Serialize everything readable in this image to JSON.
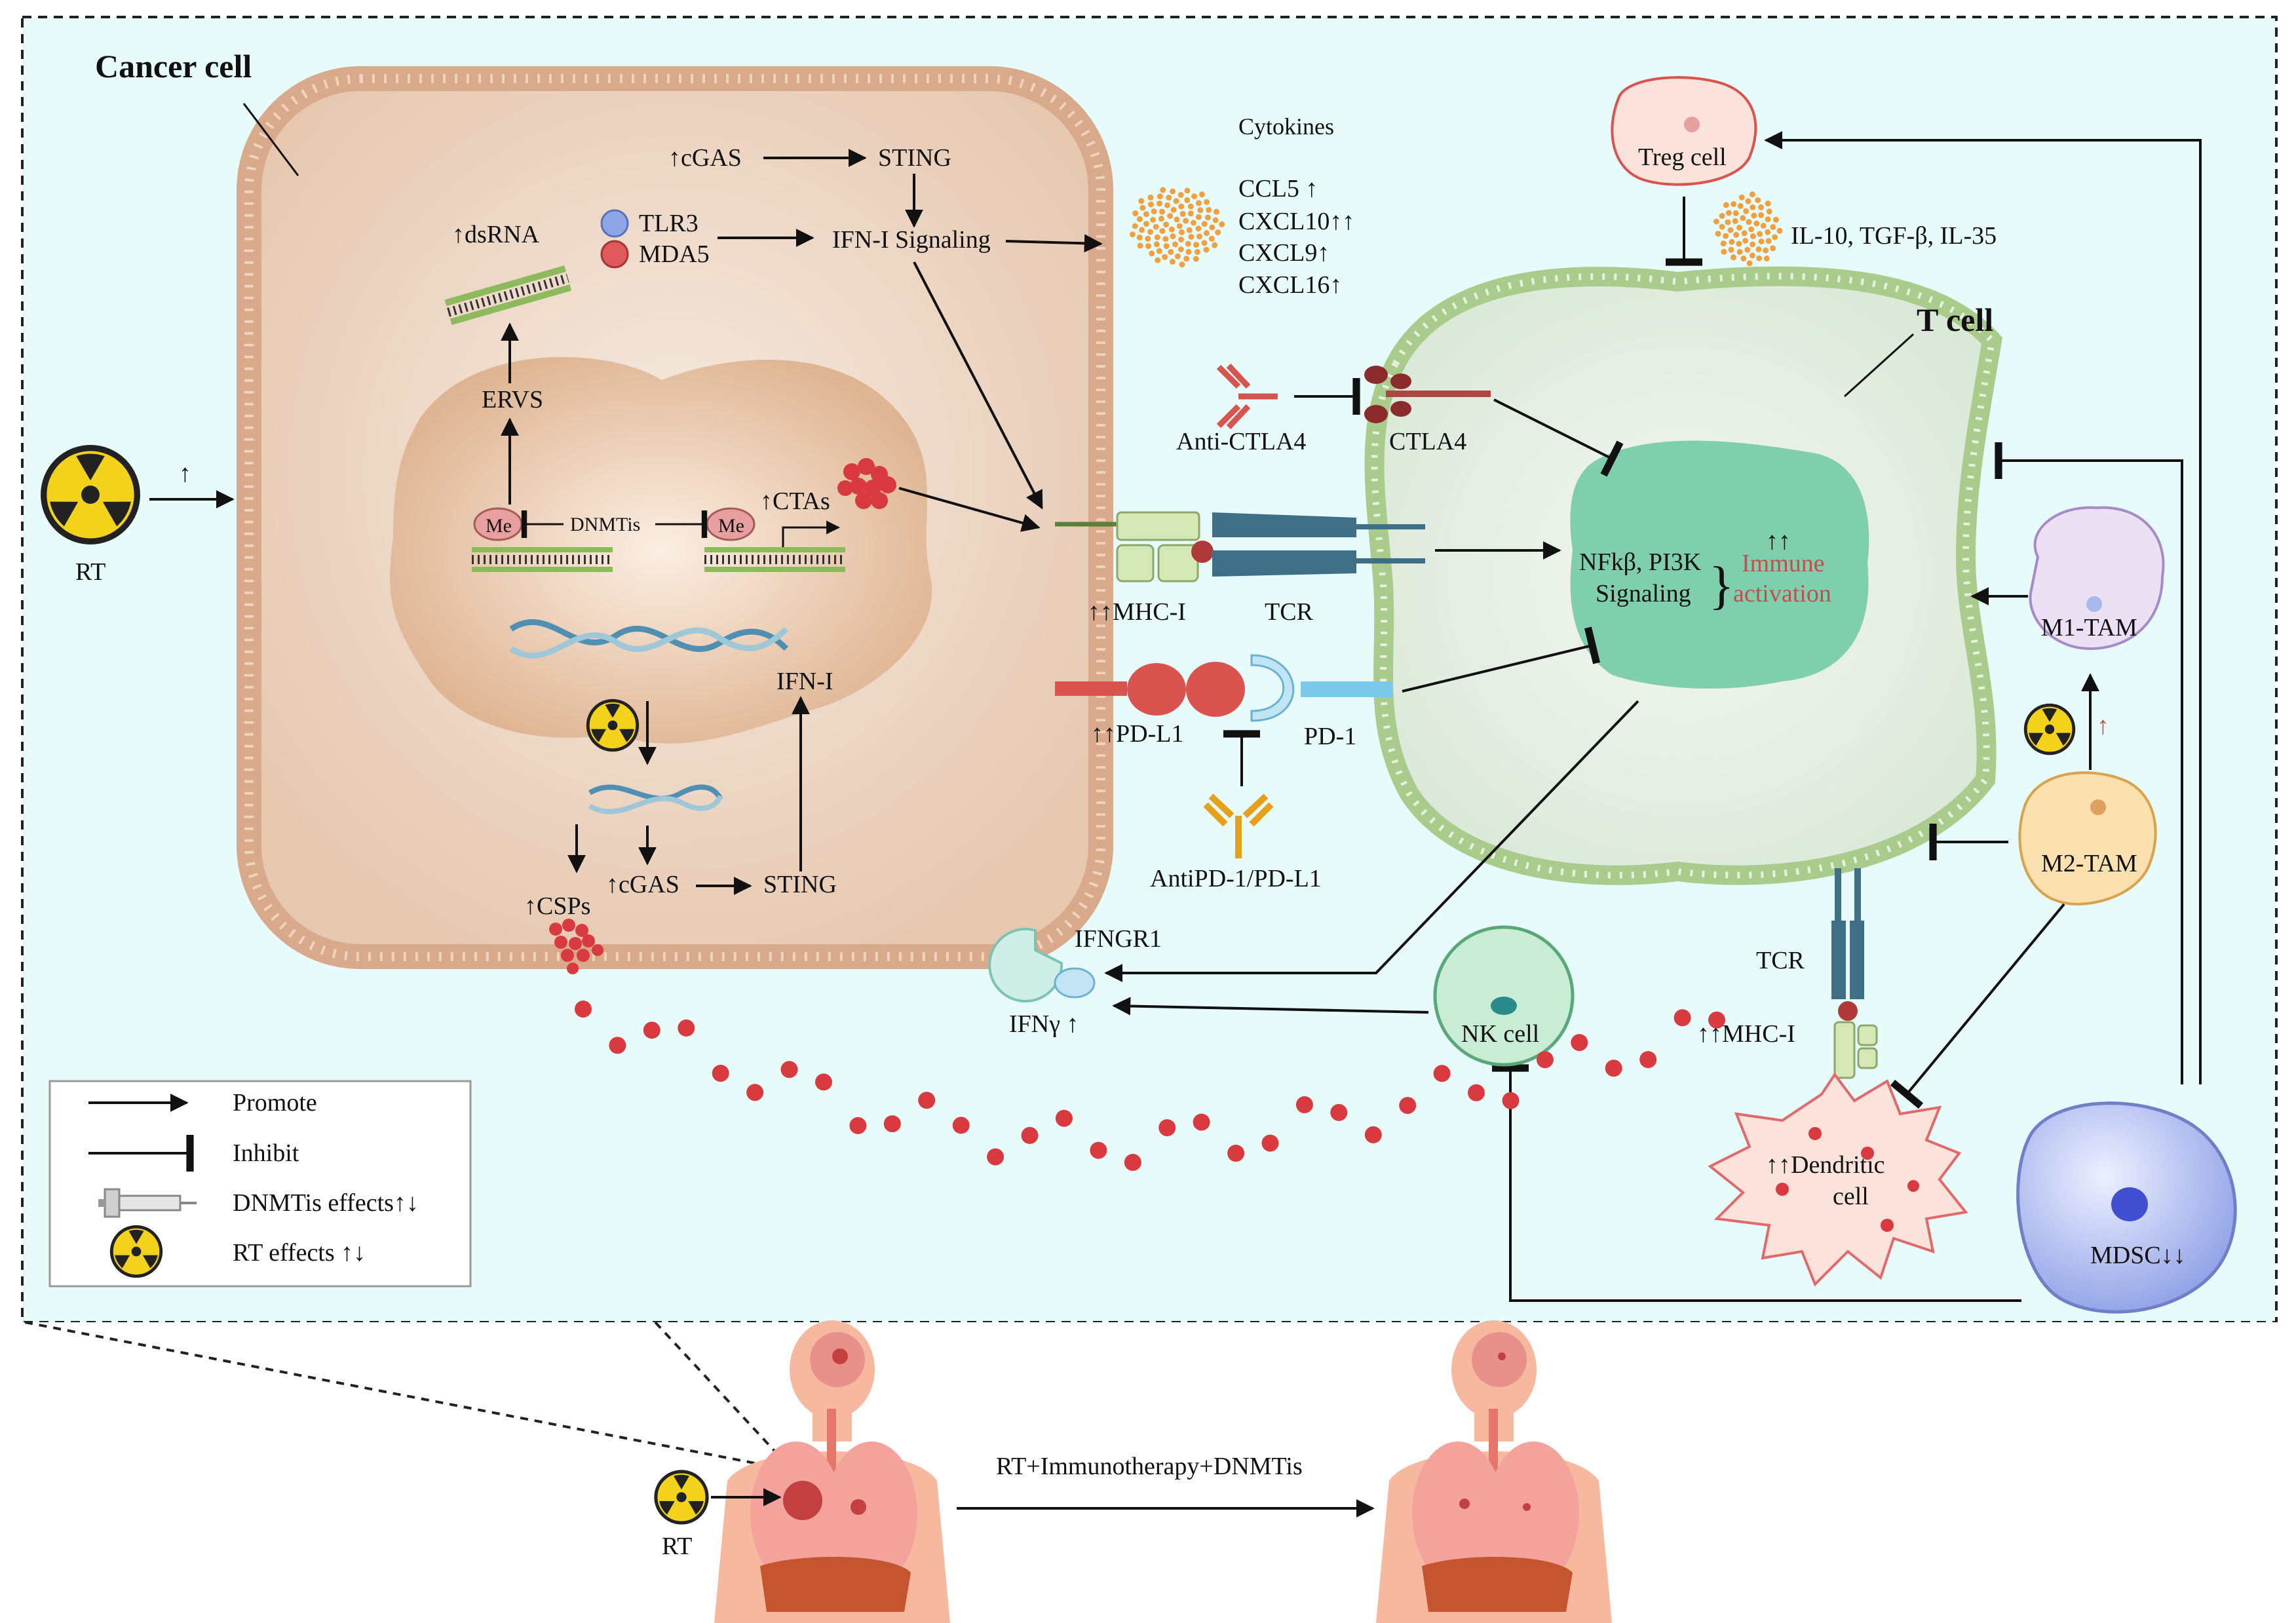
{
  "cancer_cell": {
    "title": "Cancer cell",
    "cgas_top": "↑cGAS",
    "sting_top": "STING",
    "ifn_signaling": "IFN-I Signaling",
    "dsrna": "↑dsRNA",
    "tlr3": "TLR3",
    "mda5": "MDA5",
    "ervs": "ERVS",
    "me_left": "Me",
    "me_right": "Me",
    "dnmtis": "DNMTis",
    "ctas": "↑CTAs",
    "ifn_i": "IFN-I",
    "csps": "↑CSPs",
    "cgas_bottom": "↑cGAS",
    "sting_bottom": "STING"
  },
  "rt_left": {
    "label": "RT",
    "arrow": "↑"
  },
  "cytokines": {
    "title": "Cytokines",
    "items": [
      "CCL5 ↑",
      "CXCL10↑↑",
      "CXCL9↑",
      "CXCL16↑"
    ]
  },
  "tcell": {
    "title": "T cell",
    "signaling_line1": "NFkβ, PI3K",
    "signaling_line2": "Signaling",
    "brace": "}",
    "activation_arrows": "↑↑",
    "activation_line1": "Immune",
    "activation_line2": "activation"
  },
  "checkpoints": {
    "anti_ctla4": "Anti-CTLA4",
    "ctla4": "CTLA4",
    "mhc_i": "↑↑MHC-I",
    "tcr": "TCR",
    "pd_l1": "↑↑PD-L1",
    "pd_1": "PD-1",
    "anti_pd1": "AntiPD-1/PD-L1"
  },
  "ifn": {
    "receptor": "IFNGR1",
    "ifng": "IFNγ ↑"
  },
  "immune_cells": {
    "treg": "Treg cell",
    "treg_cytokines": "IL-10, TGF-β, IL-35",
    "m1": "M1-TAM",
    "m2": "M2-TAM",
    "m1_arrow": "↑",
    "nk": "NK cell",
    "dc_line1": "↑↑Dendritic",
    "dc_line2": "cell",
    "mdsc": "MDSC↓↓",
    "tcr_dc": "TCR",
    "mhc_dc": "↑↑MHC-I"
  },
  "legend": {
    "items": [
      {
        "icon": "promote-arrow-icon",
        "label": "Promote"
      },
      {
        "icon": "inhibit-arrow-icon",
        "label": "Inhibit"
      },
      {
        "icon": "syringe-icon",
        "label": "DNMTis effects↑↓"
      },
      {
        "icon": "radiation-icon",
        "label": "RT effects ↑↓"
      }
    ]
  },
  "bottom": {
    "rt": "RT",
    "therapy": "RT+Immunotherapy+DNMTis"
  },
  "colors": {
    "background": "#e8fbfb",
    "cancer_cell": "#e8c9b2",
    "nucleus": "#e2b898",
    "tcell": "#e3eee3",
    "signaling_blob": "#7fcfae",
    "red_accent": "#d9534f",
    "radiation": "#f3d21b"
  }
}
